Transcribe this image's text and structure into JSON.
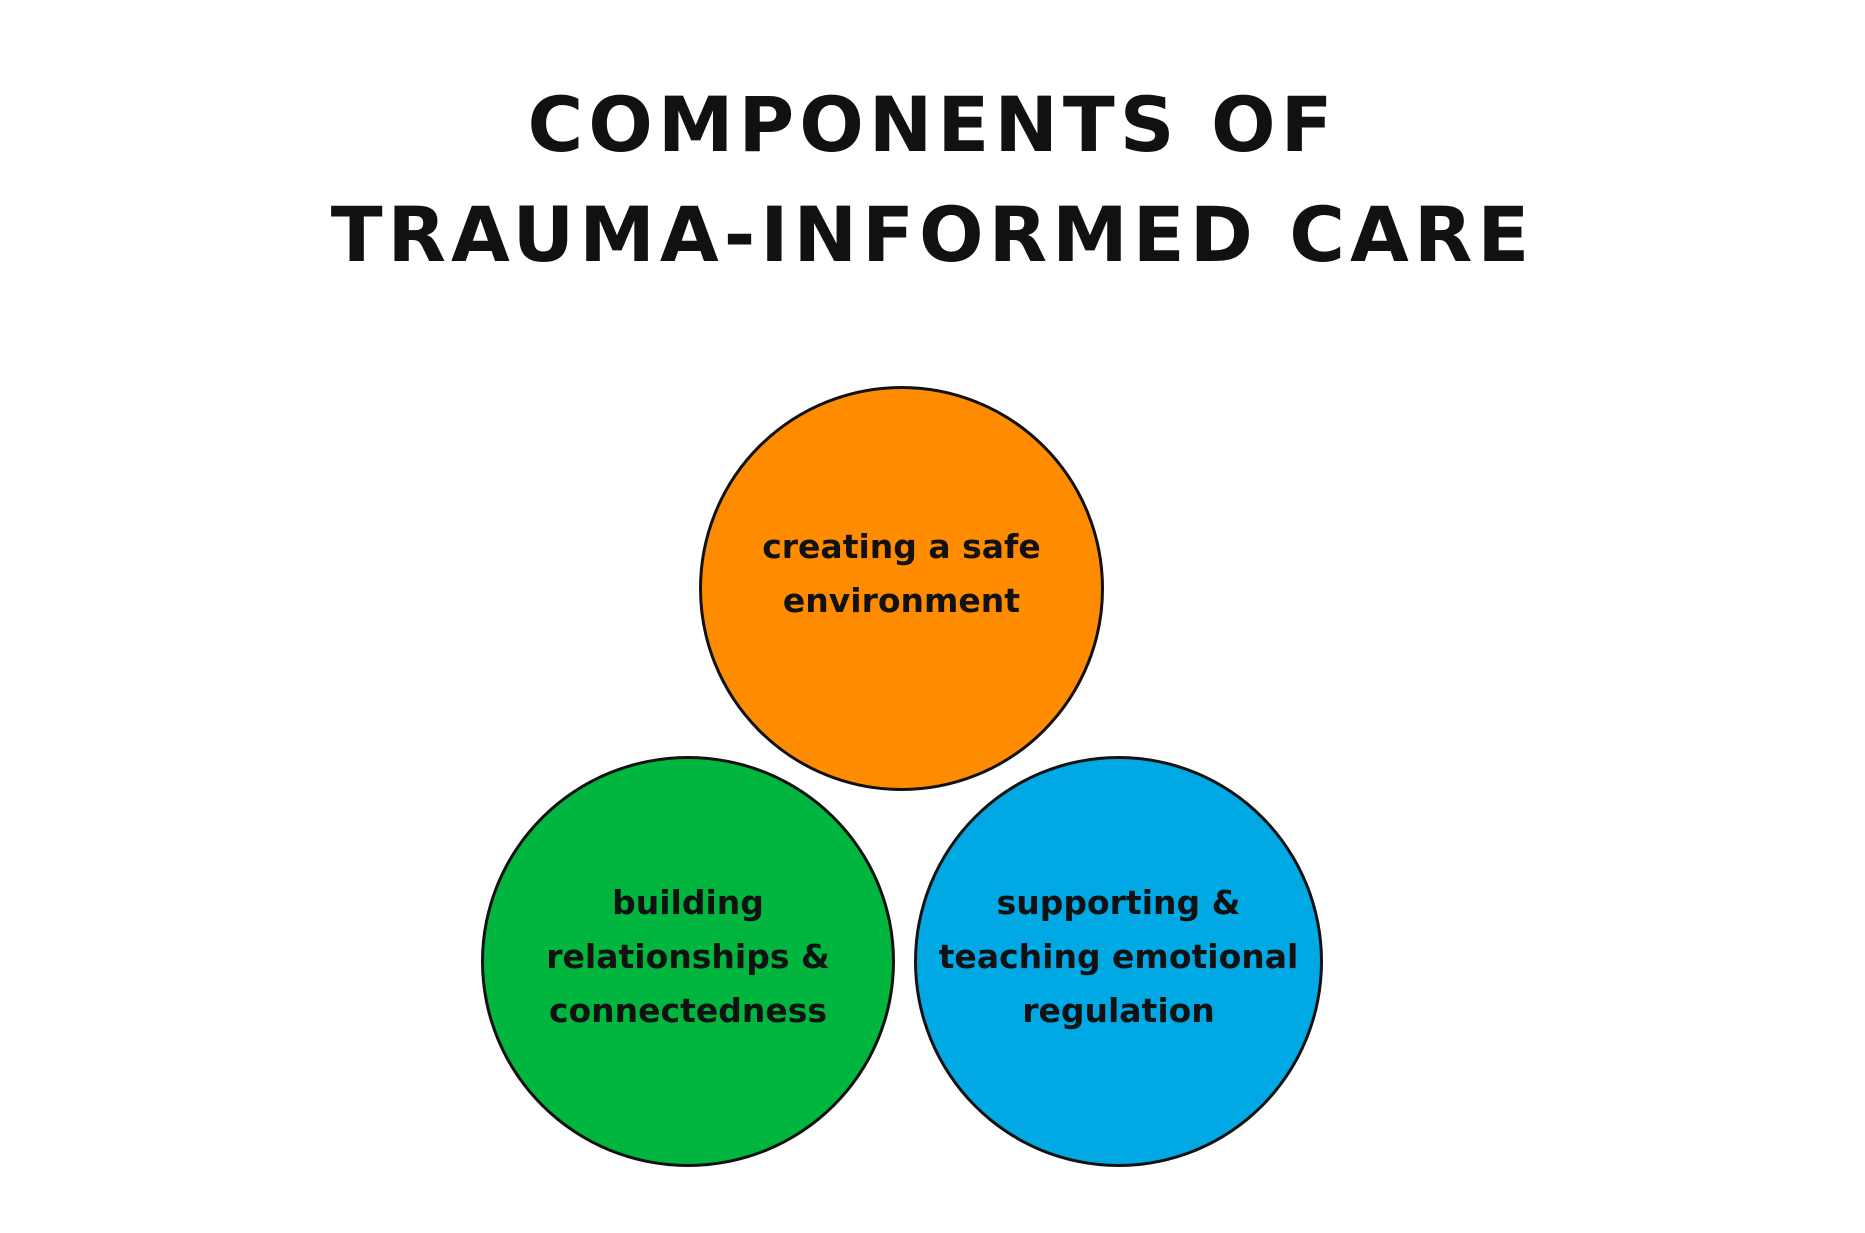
{
  "title": {
    "line1": "COMPONENTS OF",
    "line2": "TRAUMA-INFORMED CARE"
  },
  "components": [
    {
      "lines": [
        "creating a safe",
        "environment"
      ],
      "color": "#FF8C00"
    },
    {
      "lines": [
        "building",
        "relationships &",
        "connectedness"
      ],
      "color": "#00B63E"
    },
    {
      "lines": [
        "supporting &",
        "teaching emotional",
        "regulation"
      ],
      "color": "#00A9E4"
    }
  ],
  "colors": {
    "outline": "#111111",
    "background": "#FFFFFF"
  }
}
